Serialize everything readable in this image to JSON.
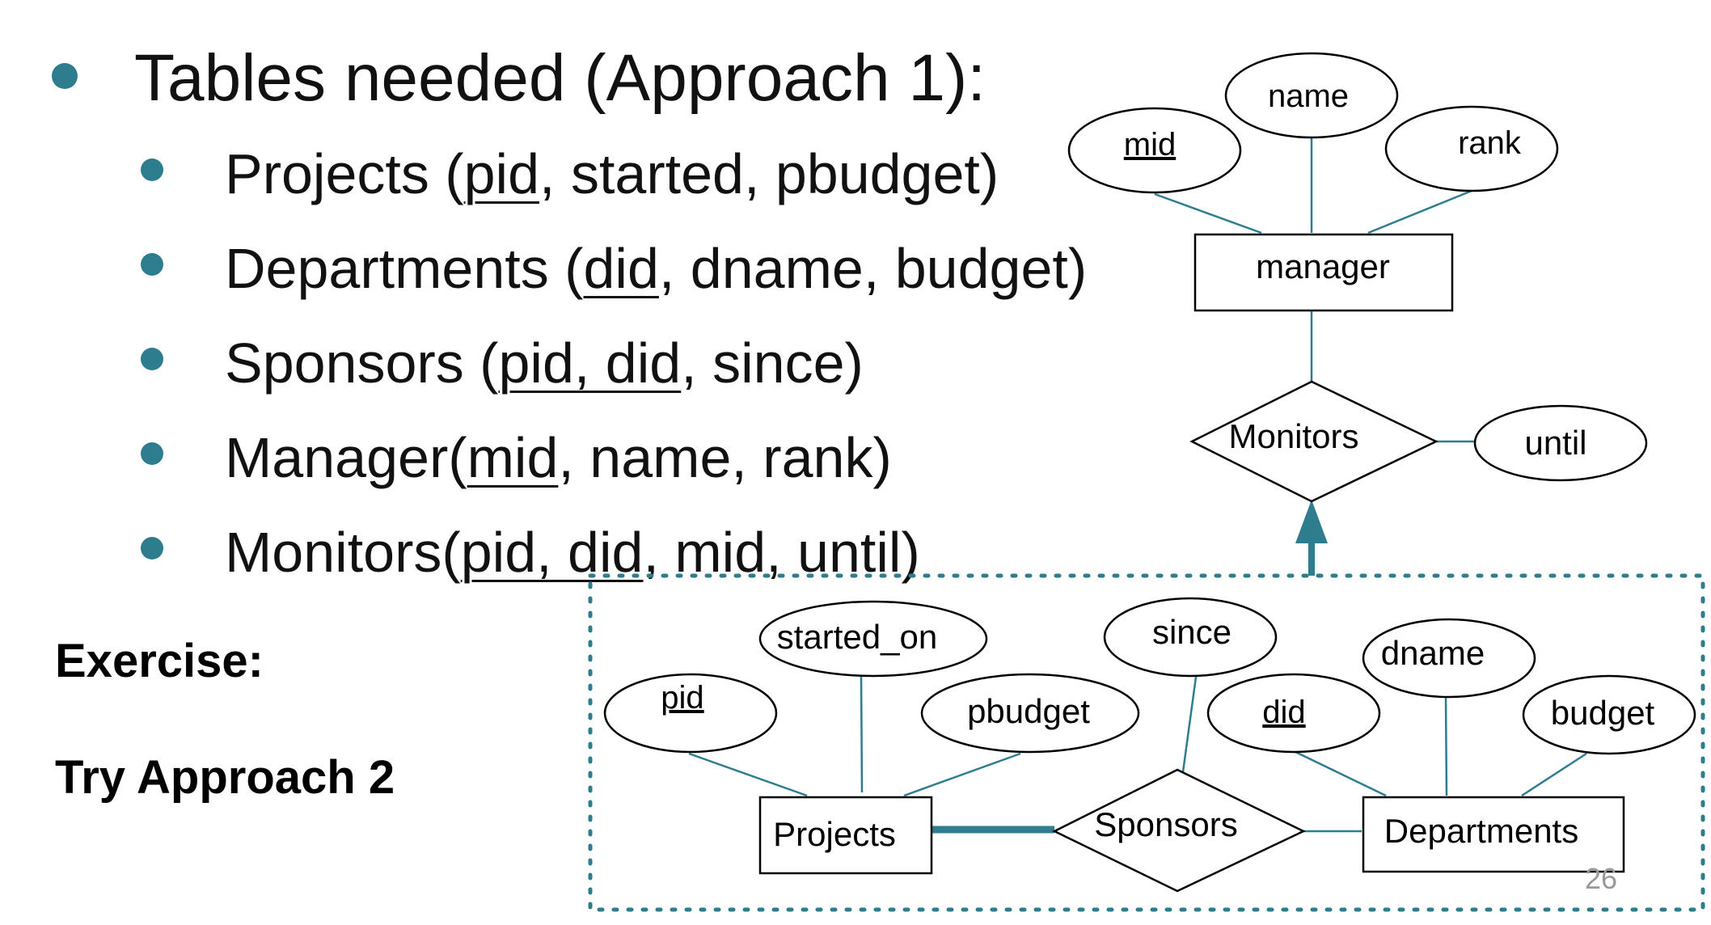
{
  "heading": {
    "prefix": "Tables needed (Approach 1):"
  },
  "tables": [
    {
      "name": "Projects (",
      "keys": "pid",
      "rest": ", started, pbudget)"
    },
    {
      "name": "Departments (",
      "keys": "did",
      "rest": ", dname, budget)"
    },
    {
      "name": "Sponsors (",
      "keys": "pid, did",
      "rest": ", since)"
    },
    {
      "name": "Manager(",
      "keys": "mid",
      "rest": ", name, rank)"
    },
    {
      "name": "Monitors(",
      "keys": "pid, did",
      "rest": ", mid, until)"
    }
  ],
  "exercise": {
    "label": "Exercise:",
    "task": "Try Approach 2"
  },
  "diagram": {
    "entities": {
      "manager": "manager",
      "projects": "Projects",
      "departments": "Departments"
    },
    "relationships": {
      "monitors": "Monitors",
      "sponsors": "Sponsors"
    },
    "attributes": {
      "mid": "mid",
      "name": "name",
      "rank": "rank",
      "until": "until",
      "started_on": "started_on",
      "since": "since",
      "pid": "pid",
      "pbudget": "pbudget",
      "did": "did",
      "dname": "dname",
      "budget": "budget"
    },
    "colors": {
      "line": "#2e7d8f",
      "dotted": "#2e7d8f"
    }
  },
  "page_number": "26"
}
